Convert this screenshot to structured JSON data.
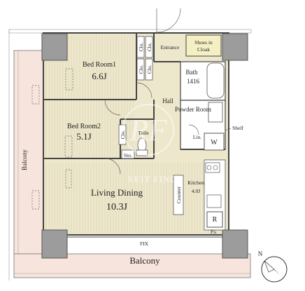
{
  "rooms": {
    "bedroom1": {
      "name": "Bed Room1",
      "size": "6.6J"
    },
    "bedroom2": {
      "name": "Bed Room2",
      "size": "5.1J"
    },
    "living": {
      "name": "Living Dining",
      "size": "10.3J"
    },
    "kitchen": {
      "name": "Kitchen",
      "size": "4.0J"
    },
    "bath": {
      "name": "Bath",
      "size": "1416"
    },
    "powder": {
      "name": "Powder Room"
    }
  },
  "labels": {
    "entrance": "Entrance",
    "shoes_line1": "Shoes in",
    "shoes_line2": "Cloak",
    "hall": "Hall",
    "toilet": "Toile",
    "sto": "Sto.",
    "clo": "Clo.",
    "counter": "Counter",
    "lin": "Lin.",
    "shelf": "Shelf",
    "washer": "W",
    "fridge": "R",
    "fix": "FIX",
    "balcony_side": "Balcony",
    "balcony_bottom": "Balcony",
    "north": "N",
    "watermark": "REIT FIND",
    "ps": "P.s"
  },
  "colors": {
    "floor": "#ede7cc",
    "wet": "#ffffff",
    "balcony": "#f7e4dc",
    "pillar": "#9c9c9c",
    "wall": "#444444",
    "shoes": "#f5efc4"
  }
}
